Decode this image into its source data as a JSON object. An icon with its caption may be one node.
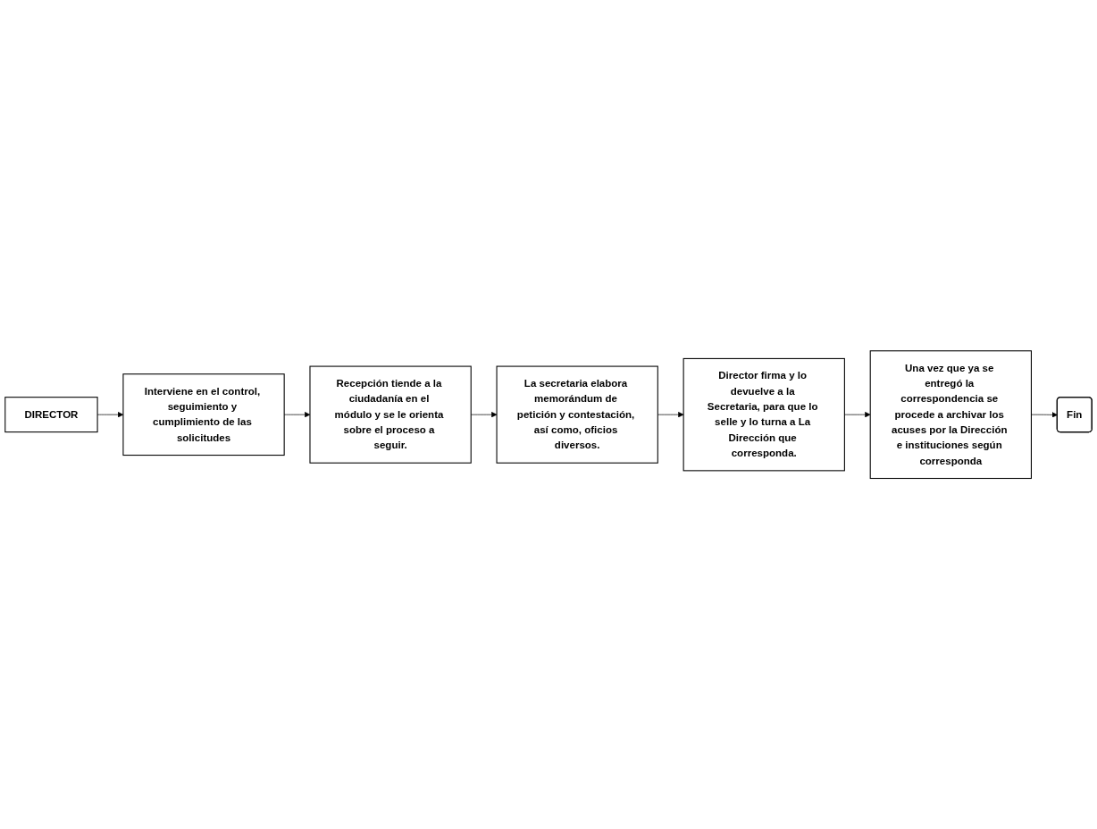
{
  "diagram": {
    "nodes": [
      {
        "text": [
          "DIRECTOR"
        ]
      },
      {
        "text": [
          "Interviene en el control, seguimiento y cumplimiento de las solicitudes"
        ]
      },
      {
        "text": [
          "Recepción tiende a la ciudadanía en el módulo y se le orienta sobre el proceso a seguir."
        ]
      },
      {
        "text": [
          "La secretaria elabora memorándum de petición y contestación, así como, oficios diversos."
        ]
      },
      {
        "text": [
          "Director firma y lo devuelve a la Secretaria, para que lo selle y lo turna a La Dirección que corresponda."
        ]
      },
      {
        "text": [
          "Una vez que ya se entregó la correspondencia se procede a archivar los acuses por la Dirección e instituciones según corresponda"
        ]
      },
      {
        "text": [
          "Fin"
        ]
      }
    ],
    "edges": [
      {
        "from": 0,
        "to": 1,
        "arrow": "to"
      },
      {
        "from": 1,
        "to": 2,
        "arrow": "to"
      },
      {
        "from": 2,
        "to": 3,
        "arrow": "to"
      },
      {
        "from": 3,
        "to": 4,
        "arrow": "to"
      },
      {
        "from": 4,
        "to": 5,
        "arrow": "to"
      },
      {
        "from": 5,
        "to": 6,
        "arrow": "to"
      }
    ]
  }
}
